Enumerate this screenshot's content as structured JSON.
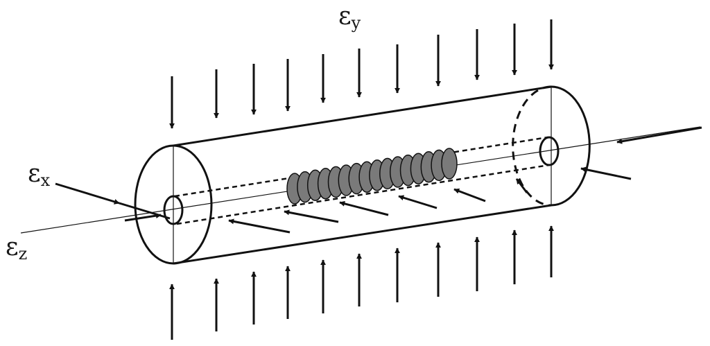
{
  "labels": {
    "ex": {
      "symbol": "ε",
      "sub": "x"
    },
    "ey": {
      "symbol": "ε",
      "sub": "y"
    },
    "ez": {
      "symbol": "ε",
      "sub": "z"
    }
  },
  "colors": {
    "stroke": "#111111",
    "disks": "#7a7a7a"
  }
}
